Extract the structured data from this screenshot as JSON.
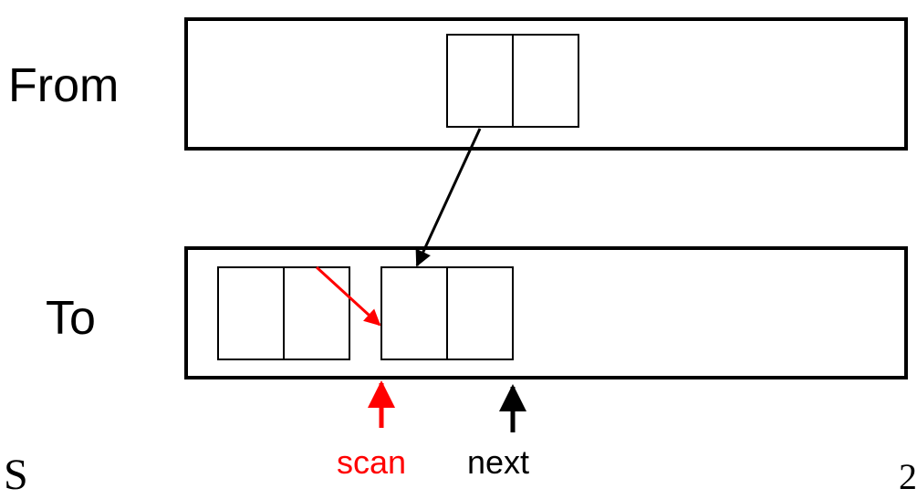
{
  "labels": {
    "from": "From",
    "to": "To",
    "scan": "scan",
    "next": "next"
  },
  "fragments": {
    "bottom_left": "S",
    "bottom_right": "2"
  },
  "colors": {
    "foreground": "#000000",
    "scan_pointer": "#ff0000",
    "background": "#ffffff"
  }
}
